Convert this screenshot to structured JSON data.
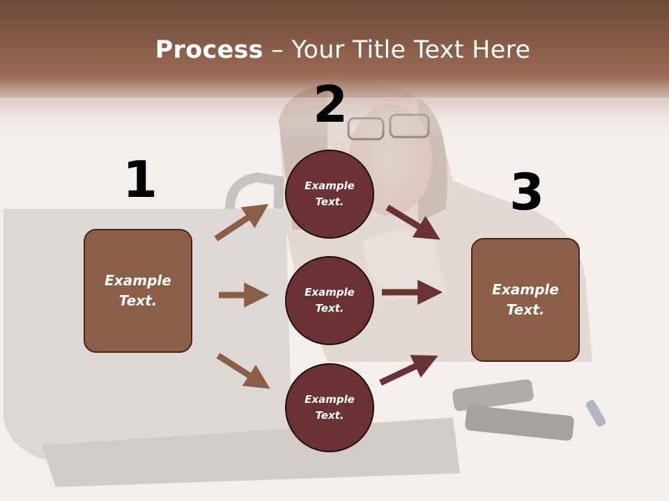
{
  "slide": {
    "title_bold": "Process",
    "title_rest": " – Your Title Text Here"
  },
  "steps": {
    "step1": {
      "number": "1",
      "label": "Example\nText."
    },
    "step2": {
      "number": "2"
    },
    "step3": {
      "number": "3",
      "label": "Example\nText."
    }
  },
  "circles": [
    {
      "label": "Example\nText."
    },
    {
      "label": "Example\nText."
    },
    {
      "label": "Example\nText."
    }
  ],
  "colors": {
    "header_band": "#6e4a3a",
    "box_fill": "#8b5e48",
    "circle_fill": "#6a3232",
    "arrow_left": "#8b5e48",
    "arrow_right": "#6a3232"
  }
}
